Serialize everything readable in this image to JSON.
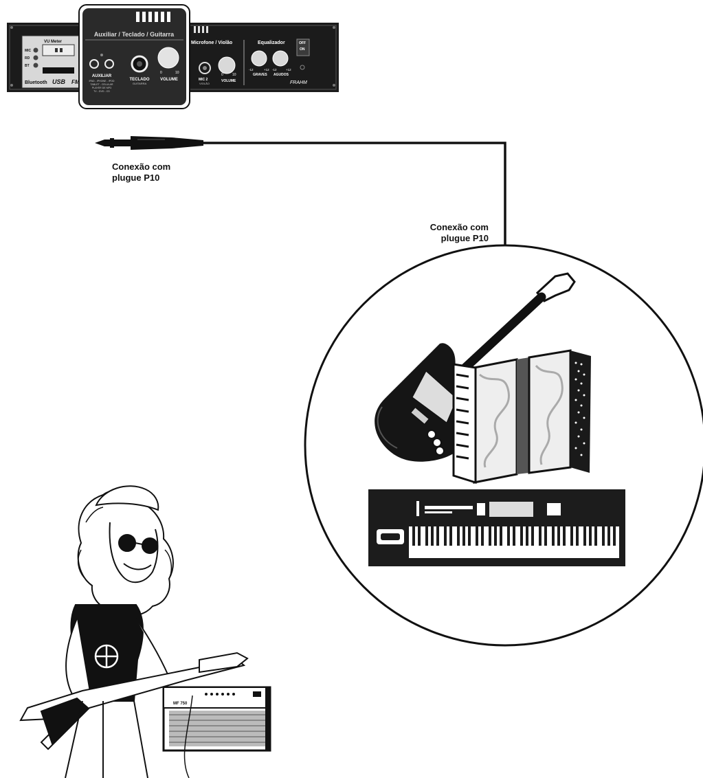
{
  "panel": {
    "vu_label": "VU Meter",
    "mic_label": "MIC",
    "rd_label": "RD",
    "bt_label": "BT",
    "bluetooth_label": "Bluetooth",
    "usb_label": "USB",
    "fm_label": "FM",
    "zoom_title": "Auxiliar / Teclado / Guitarra",
    "aux_label": "AUXILIAR",
    "aux_sub1": "IPAD - IPHONE - IPOD",
    "aux_sub2": "TABLET - CELULAR",
    "aux_sub3": "PLAYER DE MP3",
    "aux_sub4": "TV - DVD - CD",
    "teclado_label": "TECLADO",
    "guitarra_label": "GUITARRA",
    "volume_label": "VOLUME",
    "vol_min": "0",
    "vol_max": "10",
    "mic_section_title": "Microfone / Violão",
    "mic2_label": "MIC 2",
    "violao_label": "VIOLÃO",
    "mic_volume_label": "VOLUME",
    "mic_vol_min": "0",
    "mic_vol_max": "10",
    "eq_title": "Equalizador",
    "graves_label": "GRAVES",
    "agudos_label": "AGUDOS",
    "eq_min": "-12",
    "eq_max": "+12",
    "off_label": "OFF",
    "on_label": "ON",
    "brand_label": "FRAHM"
  },
  "captions": {
    "left_line1": "Conexão com",
    "left_line2": "plugue P10",
    "right_line1": "Conexão com",
    "right_line2": "plugue P10"
  },
  "amp": {
    "model_label": "MF 750"
  },
  "colors": {
    "panel_bg": "#1b1b1b",
    "zoom_bg": "#2a2a2a",
    "line": "#111111"
  }
}
